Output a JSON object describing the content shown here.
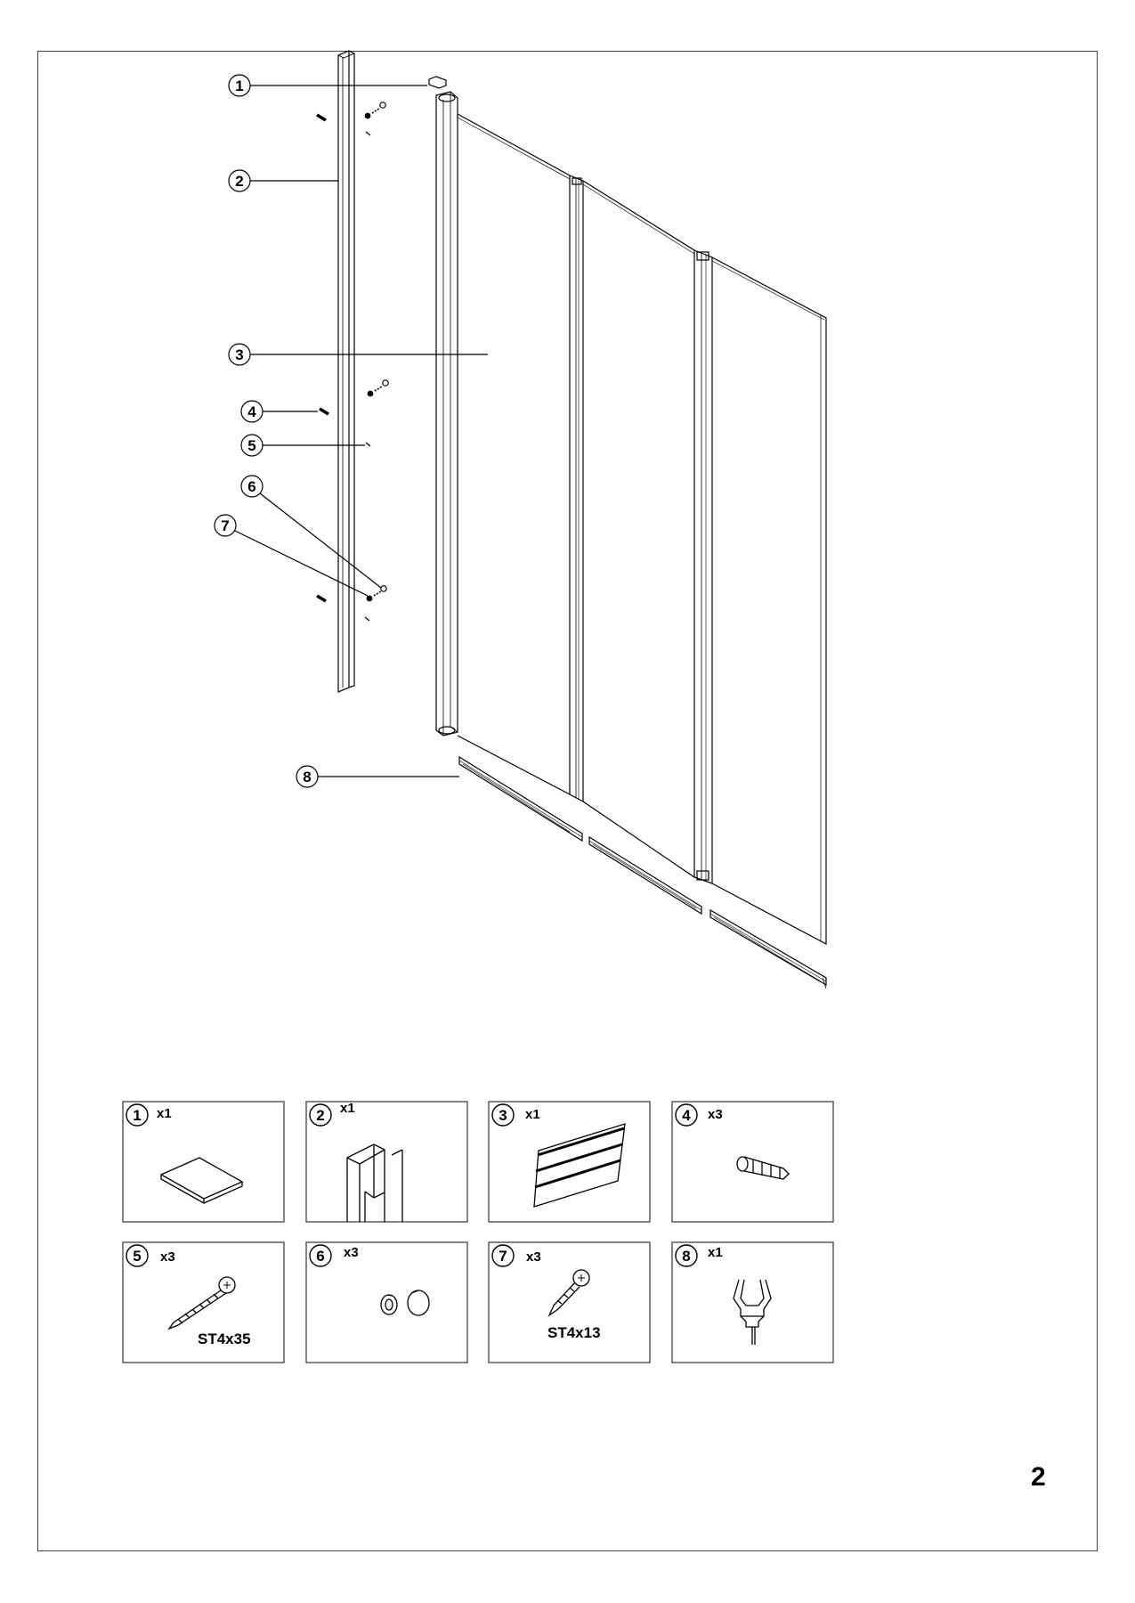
{
  "page_number": "2",
  "callouts": [
    {
      "num": "1"
    },
    {
      "num": "2"
    },
    {
      "num": "3"
    },
    {
      "num": "4"
    },
    {
      "num": "5"
    },
    {
      "num": "6"
    },
    {
      "num": "7"
    },
    {
      "num": "8"
    }
  ],
  "parts": [
    {
      "num": "1",
      "qty": "x1",
      "spec": ""
    },
    {
      "num": "2",
      "qty": "x1",
      "spec": ""
    },
    {
      "num": "3",
      "qty": "x1",
      "spec": ""
    },
    {
      "num": "4",
      "qty": "x3",
      "spec": ""
    },
    {
      "num": "5",
      "qty": "x3",
      "spec": "ST4x35"
    },
    {
      "num": "6",
      "qty": "x3",
      "spec": ""
    },
    {
      "num": "7",
      "qty": "x3",
      "spec": "ST4x13"
    },
    {
      "num": "8",
      "qty": "x1",
      "spec": ""
    }
  ],
  "colors": {
    "line": "#000000",
    "frame": "#444444"
  }
}
